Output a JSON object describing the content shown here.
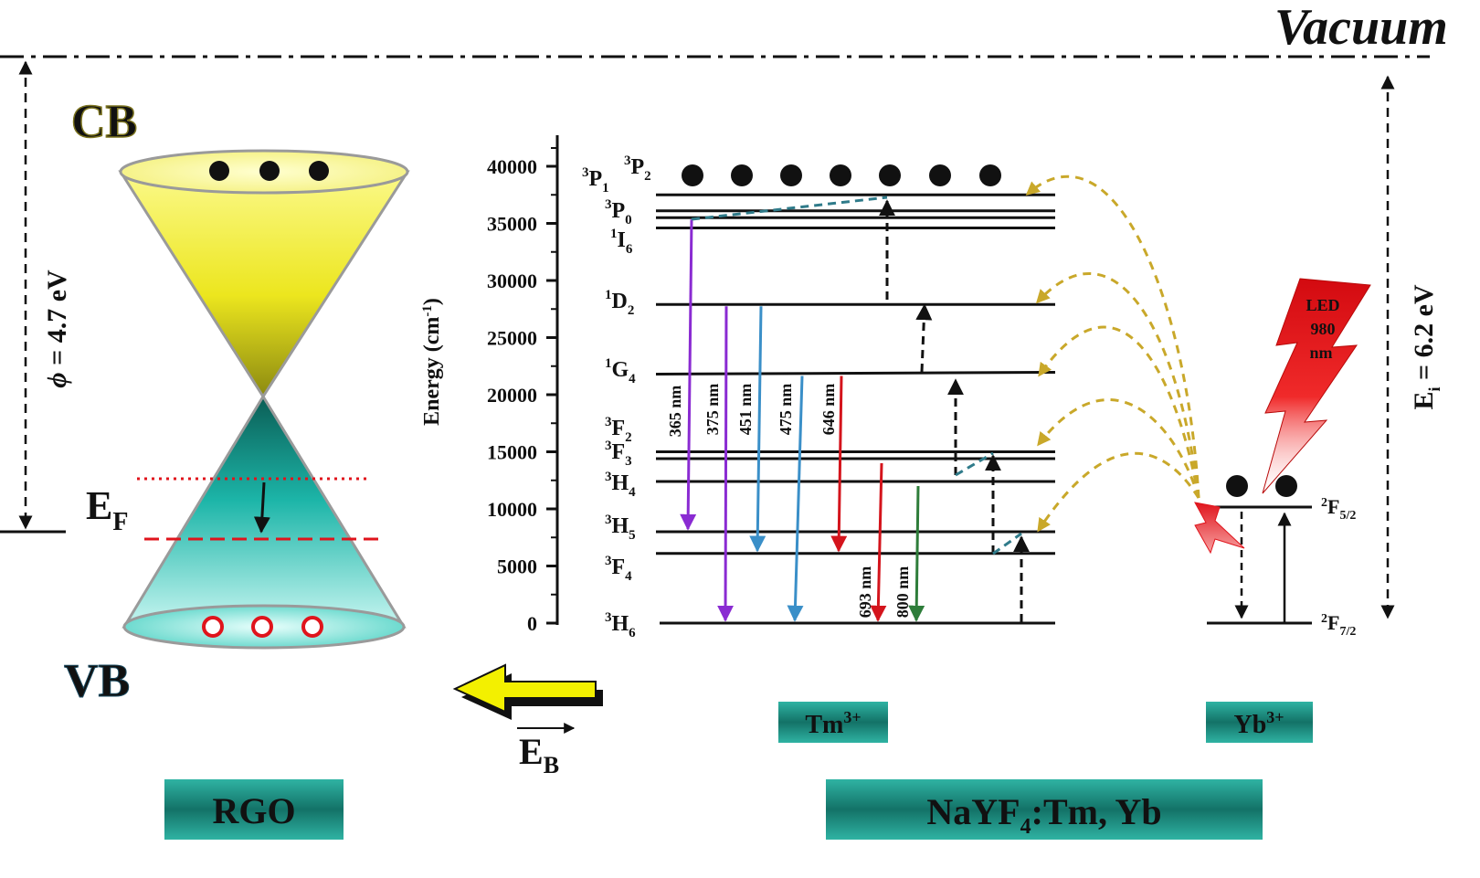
{
  "vacuum_label": "Vacuum",
  "work_function": {
    "symbol": "ϕ",
    "label": " = 4.7 eV"
  },
  "ionization": {
    "symbol": "E",
    "sub": "i",
    "label": " = 6.2 eV"
  },
  "rgo": {
    "cb_label": "CB",
    "vb_label": "VB",
    "fermi_label": "E",
    "fermi_sub": "F",
    "box_label": "RGO"
  },
  "field": {
    "label": "E",
    "sub": "B"
  },
  "axis": {
    "title": "Energy (cm",
    "title_sup": "-1",
    "title_close": ")",
    "min": 0,
    "max": 40000,
    "ticks": [
      {
        "value": 0,
        "label": "0"
      },
      {
        "value": 5000,
        "label": "5000"
      },
      {
        "value": 10000,
        "label": "10000"
      },
      {
        "value": 15000,
        "label": "15000"
      },
      {
        "value": 20000,
        "label": "20000"
      },
      {
        "value": 25000,
        "label": "25000"
      },
      {
        "value": 30000,
        "label": "30000"
      },
      {
        "value": 35000,
        "label": "35000"
      },
      {
        "value": 40000,
        "label": "40000"
      }
    ]
  },
  "tm_levels": [
    {
      "id": "3H6",
      "main": "H",
      "sup": "3",
      "sub": "6",
      "energy": 0
    },
    {
      "id": "3F4",
      "main": "F",
      "sup": "3",
      "sub": "4",
      "energy": 6100
    },
    {
      "id": "3H5",
      "main": "H",
      "sup": "3",
      "sub": "5",
      "energy": 8000
    },
    {
      "id": "3H4",
      "main": "H",
      "sup": "3",
      "sub": "4",
      "energy": 12400
    },
    {
      "id": "3F3",
      "main": "F",
      "sup": "3",
      "sub": "3",
      "energy": 14400
    },
    {
      "id": "3F2",
      "main": "F",
      "sup": "3",
      "sub": "2",
      "energy": 15000
    },
    {
      "id": "1G4",
      "main": "G",
      "sup": "1",
      "sub": "4",
      "energy": 21800
    },
    {
      "id": "1D2",
      "main": "D",
      "sup": "1",
      "sub": "2",
      "energy": 27900
    },
    {
      "id": "1I6",
      "main": "I",
      "sup": "1",
      "sub": "6",
      "energy": 34600
    },
    {
      "id": "3P0",
      "main": "P",
      "sup": "3",
      "sub": "0",
      "energy": 35500
    },
    {
      "id": "3P1",
      "main": "P",
      "sup": "3",
      "sub": "1",
      "energy": 36100
    },
    {
      "id": "3P2",
      "main": "P",
      "sup": "3",
      "sub": "2",
      "energy": 37500
    }
  ],
  "emissions": [
    {
      "label": "365 nm",
      "color": "#8a2bd2"
    },
    {
      "label": "375 nm",
      "color": "#8a2bd2"
    },
    {
      "label": "451 nm",
      "color": "#3a8fc8"
    },
    {
      "label": "475 nm",
      "color": "#3a8fc8"
    },
    {
      "label": "646 nm",
      "color": "#d4141c"
    },
    {
      "label": "693 nm",
      "color": "#d4141c"
    },
    {
      "label": "800 nm",
      "color": "#2e7d3a"
    }
  ],
  "yb_levels": [
    {
      "main": "F",
      "sup": "2",
      "sub": "5/2"
    },
    {
      "main": "F",
      "sup": "2",
      "sub": "7/2"
    }
  ],
  "led": {
    "line1": "LED",
    "line2": "980",
    "line3": "nm"
  },
  "ion_labels": {
    "tm": {
      "main": "Tm",
      "sup": "3+"
    },
    "yb": {
      "main": "Yb",
      "sup": "3+"
    }
  },
  "material": {
    "main": "NaYF",
    "sub": "4",
    "rest": ":Tm, Yb"
  },
  "colors": {
    "cb_yellow": "#f2ee4a",
    "vb_teal": "#1aa99c",
    "box_teal": "#157c70",
    "transfer_gold": "#c9a82a",
    "fermi_red": "#e0141c"
  }
}
